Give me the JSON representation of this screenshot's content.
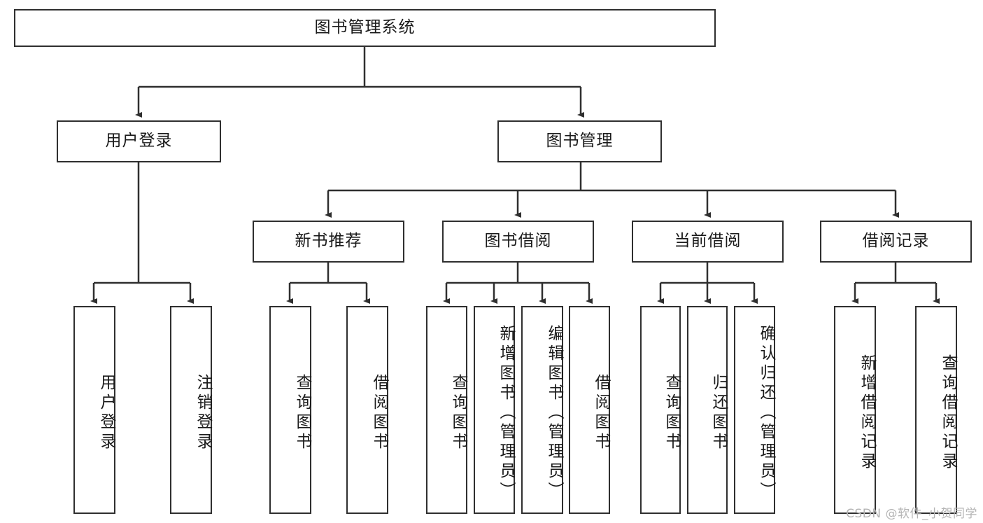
{
  "diagram": {
    "title": "图书管理系统",
    "type": "tree-hierarchy",
    "watermark": "CSDN @软件_小贺同学",
    "colors": {
      "stroke": "#2f2f2f",
      "fill": "#ffffff",
      "text": "#1a1a1a",
      "watermark": "#b4b4b4"
    },
    "levels": {
      "root": {
        "label": "图书管理系统"
      },
      "level2": [
        {
          "label": "用户登录"
        },
        {
          "label": "图书管理"
        }
      ],
      "level3": [
        {
          "label": "新书推荐"
        },
        {
          "label": "图书借阅"
        },
        {
          "label": "当前借阅"
        },
        {
          "label": "借阅记录"
        }
      ],
      "leaves": {
        "user_login": [
          {
            "label": "用户登录"
          },
          {
            "label": "注销登录"
          }
        ],
        "new_book_recommend": [
          {
            "label": "查询图书"
          },
          {
            "label": "借阅图书"
          }
        ],
        "book_borrow": [
          {
            "label": "查询图书"
          },
          {
            "label": "新增图书（管理员）"
          },
          {
            "label": "编辑图书（管理员）"
          },
          {
            "label": "借阅图书"
          }
        ],
        "current_borrow": [
          {
            "label": "查询图书"
          },
          {
            "label": "归还图书"
          },
          {
            "label": "确认归还（管理员）"
          }
        ],
        "borrow_record": [
          {
            "label": "新增借阅记录"
          },
          {
            "label": "查询借阅记录"
          }
        ]
      }
    }
  }
}
